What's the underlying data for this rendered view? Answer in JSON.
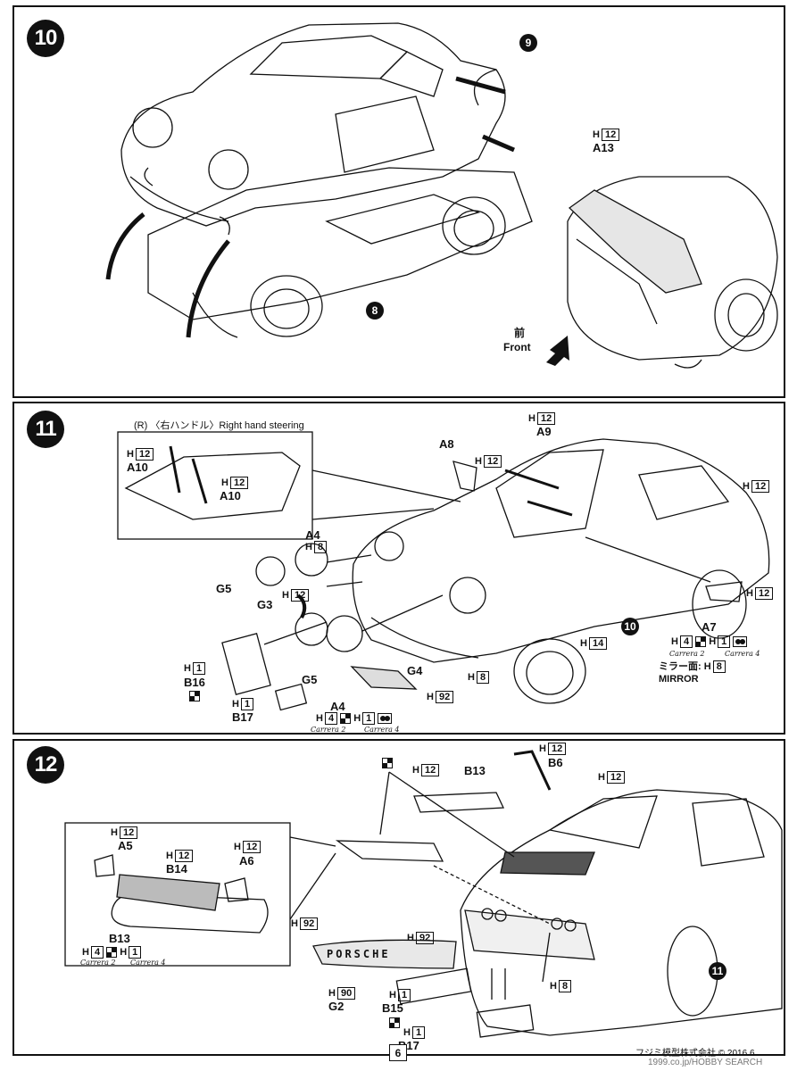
{
  "steps": {
    "s10": {
      "number": "10",
      "refs": {
        "r9": "9",
        "r8": "8"
      },
      "parts": {
        "a13_paint": "H",
        "a13_paint_no": "12",
        "a13_name": "A13",
        "front_jp": "前",
        "front_en": "Front"
      }
    },
    "s11": {
      "number": "11",
      "inset_caption": "(R) 〈右ハンドル〉Right hand steering",
      "ref10": "10",
      "labels": {
        "a10a_paint": "H",
        "a10a_no": "12",
        "a10a_name": "A10",
        "a10b_paint": "H",
        "a10b_no": "12",
        "a10b_name": "A10",
        "a9_paint": "H",
        "a9_no": "12",
        "a9_name": "A9",
        "a8_name": "A8",
        "a8_paint": "H",
        "a8_no": "12",
        "body_paint": "H",
        "body_no": "12",
        "a4_top_name": "A4",
        "a4_top_paint": "H",
        "a4_top_no": "8",
        "g5_top": "G5",
        "g3_name": "G3",
        "g3_paint": "H",
        "g3_no": "12",
        "g5_bottom": "G5",
        "a4_bottom": "A4",
        "a4b_p1": "H",
        "a4b_n1": "4",
        "a4b_p2": "H",
        "a4b_n2": "1",
        "carrera2": "Carrera 2",
        "carrera4": "Carrera 4",
        "b16_paint": "H",
        "b16_no": "1",
        "b16_name": "B16",
        "b17_paint": "H",
        "b17_no": "1",
        "b17_name": "B17",
        "g4_name": "G4",
        "g4_paint": "H",
        "g4_no": "92",
        "h8_paint": "H",
        "h8_no": "8",
        "h14_paint": "H",
        "h14_no": "14",
        "a7_paint": "H",
        "a7_no": "12",
        "a7_name": "A7",
        "a7_p1": "H",
        "a7_n1": "4",
        "a7_p2": "H",
        "a7_n2": "1",
        "a7_carrera2": "Carrera 2",
        "a7_carrera4": "Carrera 4",
        "mirror_jp": "ミラー面:",
        "mirror_paint": "H",
        "mirror_no": "8",
        "mirror_en": "MIRROR"
      }
    },
    "s12": {
      "number": "12",
      "ref11": "11",
      "labels": {
        "b6_paint": "H",
        "b6_no": "12",
        "b6_name": "B6",
        "b13_paint": "H",
        "b13_no": "12",
        "b13_name": "B13",
        "engine_paint": "H",
        "engine_no": "12",
        "a5_paint": "H",
        "a5_no": "12",
        "a5_name": "A5",
        "b14_paint": "H",
        "b14_no": "12",
        "b14_name": "B14",
        "a6_paint": "H",
        "a6_no": "12",
        "a6_name": "A6",
        "b13i_name": "B13",
        "b13i_p1": "H",
        "b13i_n1": "4",
        "b13i_p2": "H",
        "b13i_n2": "1",
        "carrera2": "Carrera 2",
        "carrera4": "Carrera 4",
        "h92a_paint": "H",
        "h92a_no": "92",
        "h92b_paint": "H",
        "h92b_no": "92",
        "g2_paint": "H",
        "g2_no": "90",
        "g2_name": "G2",
        "logo_text": "PORSCHE",
        "b15_paint": "H",
        "b15_no": "1",
        "b15_name": "B15",
        "b17_paint": "H",
        "b17_no": "1",
        "b17_name": "B17",
        "h8_paint": "H",
        "h8_no": "8"
      }
    }
  },
  "footer": {
    "page_number": "6",
    "copyright": "フジミ模型株式会社 © 2016.6",
    "watermark": "1999.co.jp/HOBBY SEARCH"
  }
}
